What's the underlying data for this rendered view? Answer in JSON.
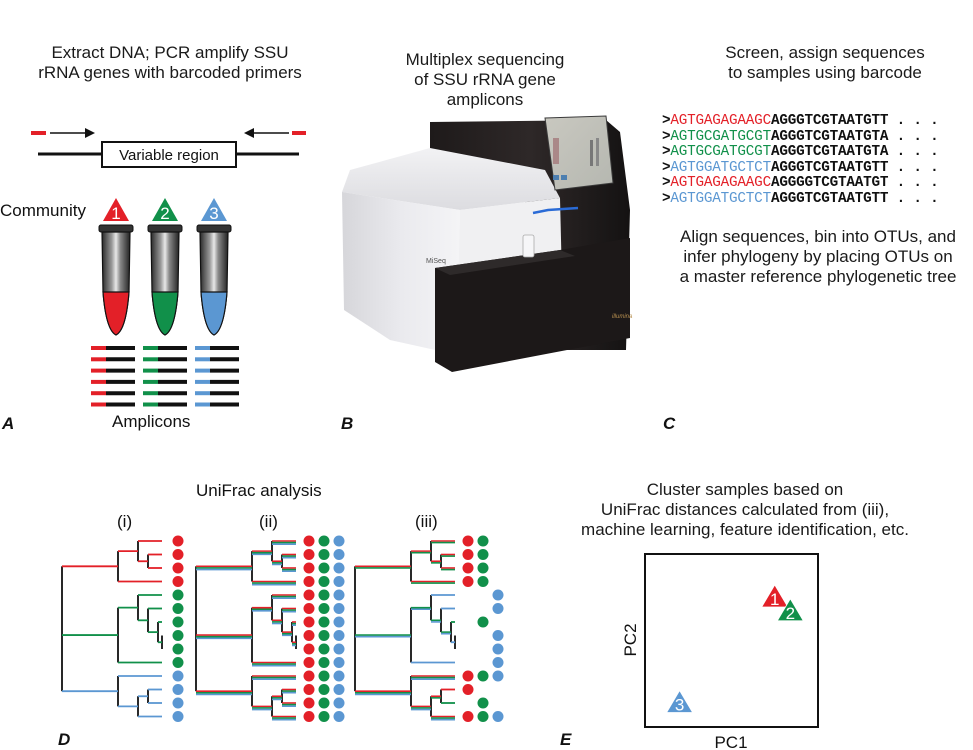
{
  "colors": {
    "community1": "#e32028",
    "community2": "#11904a",
    "community3": "#5b97d2",
    "black": "#111111"
  },
  "panelA": {
    "letter": "A",
    "caption_line1": "Extract DNA; PCR amplify SSU",
    "caption_line2": "rRNA genes with barcoded primers",
    "region_label": "Variable region",
    "community_label": "Community",
    "communities": [
      "1",
      "2",
      "3"
    ],
    "amplicons_label": "Amplicons",
    "amplicons_per_community": 6
  },
  "panelB": {
    "letter": "B",
    "caption_line1": "Multiplex sequencing",
    "caption_line2": "of SSU rRNA gene",
    "caption_line3": "amplicons",
    "instrument_label": "MiSeq",
    "brand_label": "illumina"
  },
  "panelC": {
    "letter": "C",
    "caption_line1": "Screen, assign sequences",
    "caption_line2": "to samples using barcode",
    "sequences": [
      {
        "prefix": ">",
        "barcode": "AGTGAGAGAAGC",
        "community": 1,
        "read": "AGGGTCGTAATGTT",
        "ellipsis": " . . ."
      },
      {
        "prefix": ">",
        "barcode": "AGTGCGATGCGT",
        "community": 2,
        "read": "AGGGTCGTAATGTA",
        "ellipsis": " . . ."
      },
      {
        "prefix": ">",
        "barcode": "AGTGCGATGCGT",
        "community": 2,
        "read": "AGGGTCGTAATGTA",
        "ellipsis": " . . ."
      },
      {
        "prefix": ">",
        "barcode": "AGTGGATGCTCT",
        "community": 3,
        "read": "AGGGTCGTAATGTT",
        "ellipsis": " . . ."
      },
      {
        "prefix": ">",
        "barcode": "AGTGAGAGAAGC",
        "community": 1,
        "read": "AGGGGTCGTAATGT",
        "ellipsis": " . . ."
      },
      {
        "prefix": ">",
        "barcode": "AGTGGATGCTCT",
        "community": 3,
        "read": "AGGGTCGTAATGTT",
        "ellipsis": " . . ."
      }
    ],
    "align_line1": "Align sequences, bin into OTUs, and",
    "align_line2": "infer phylogeny by placing OTUs on",
    "align_line3": "a master reference phylogenetic tree"
  },
  "panelD": {
    "letter": "D",
    "title": "UniFrac analysis",
    "trees": [
      {
        "label": "(i)",
        "tips": [
          [
            1
          ],
          [
            1
          ],
          [
            1
          ],
          [
            1
          ],
          [
            2
          ],
          [
            2
          ],
          [
            2
          ],
          [
            2
          ],
          [
            2
          ],
          [
            2
          ],
          [
            3
          ],
          [
            3
          ],
          [
            3
          ],
          [
            3
          ]
        ]
      },
      {
        "label": "(ii)",
        "tips": [
          [
            1,
            2,
            3
          ],
          [
            1,
            2,
            3
          ],
          [
            1,
            2,
            3
          ],
          [
            1,
            2,
            3
          ],
          [
            1,
            2,
            3
          ],
          [
            1,
            2,
            3
          ],
          [
            1,
            2,
            3
          ],
          [
            1,
            2,
            3
          ],
          [
            1,
            2,
            3
          ],
          [
            1,
            2,
            3
          ],
          [
            1,
            2,
            3
          ],
          [
            1,
            2,
            3
          ],
          [
            1,
            2,
            3
          ],
          [
            1,
            2,
            3
          ]
        ]
      },
      {
        "label": "(iii)",
        "tips": [
          [
            1,
            2
          ],
          [
            1,
            2
          ],
          [
            1,
            2
          ],
          [
            1,
            2
          ],
          [
            3
          ],
          [
            3
          ],
          [
            2
          ],
          [
            3
          ],
          [
            3
          ],
          [
            3
          ],
          [
            1,
            2,
            3
          ],
          [
            1
          ],
          [
            2
          ],
          [
            1,
            2,
            3
          ]
        ]
      }
    ]
  },
  "panelE": {
    "letter": "E",
    "caption_line1": "Cluster samples based on",
    "caption_line2": "UniFrac distances calculated from (iii),",
    "caption_line3": "machine learning, feature identification, etc.",
    "chart_data": {
      "type": "scatter",
      "xlabel": "PC1",
      "ylabel": "PC2",
      "title": "",
      "xlim": [
        0,
        1
      ],
      "ylim": [
        0,
        1
      ],
      "grid": false,
      "points": [
        {
          "label": "1",
          "x": 0.75,
          "y": 0.74,
          "color": "#e32028"
        },
        {
          "label": "2",
          "x": 0.84,
          "y": 0.66,
          "color": "#11904a"
        },
        {
          "label": "3",
          "x": 0.2,
          "y": 0.13,
          "color": "#5b97d2"
        }
      ]
    }
  }
}
